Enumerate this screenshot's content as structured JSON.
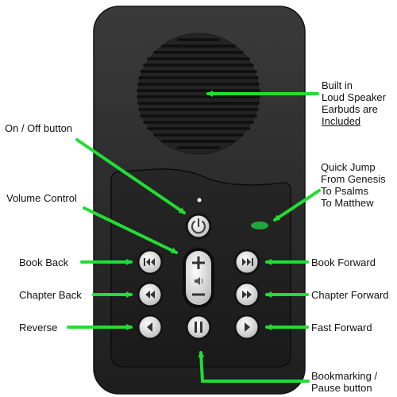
{
  "labels": {
    "speaker": [
      "Built in",
      "Loud Speaker",
      "Earbuds are",
      "Included"
    ],
    "on_off": "On / Off button",
    "quick_jump": [
      "Quick Jump",
      "From Genesis",
      "To Psalms",
      "To Matthew"
    ],
    "volume": "Volume Control",
    "book_back": "Book Back",
    "book_forward": "Book Forward",
    "chapter_back": "Chapter Back",
    "chapter_forward": "Chapter Forward",
    "reverse": "Reverse",
    "fast_forward": "Fast Forward",
    "bookmark": [
      "Bookmarking /",
      "Pause button"
    ]
  },
  "colors": {
    "arrow": "#22dd33",
    "device_body": "#2b2b2b",
    "button_face": "#e6e6e6",
    "led": "#1fa83a"
  },
  "icons": {
    "power": "power-icon",
    "book_back": "skip-back-icon",
    "book_forward": "skip-forward-icon",
    "chapter_back": "rewind-icon",
    "chapter_forward": "fast-forward-icon",
    "reverse": "play-left-icon",
    "fast_forward": "play-right-icon",
    "pause": "pause-icon",
    "volume_up": "plus-icon",
    "volume_down": "minus-icon",
    "speaker": "speaker-small-icon"
  }
}
